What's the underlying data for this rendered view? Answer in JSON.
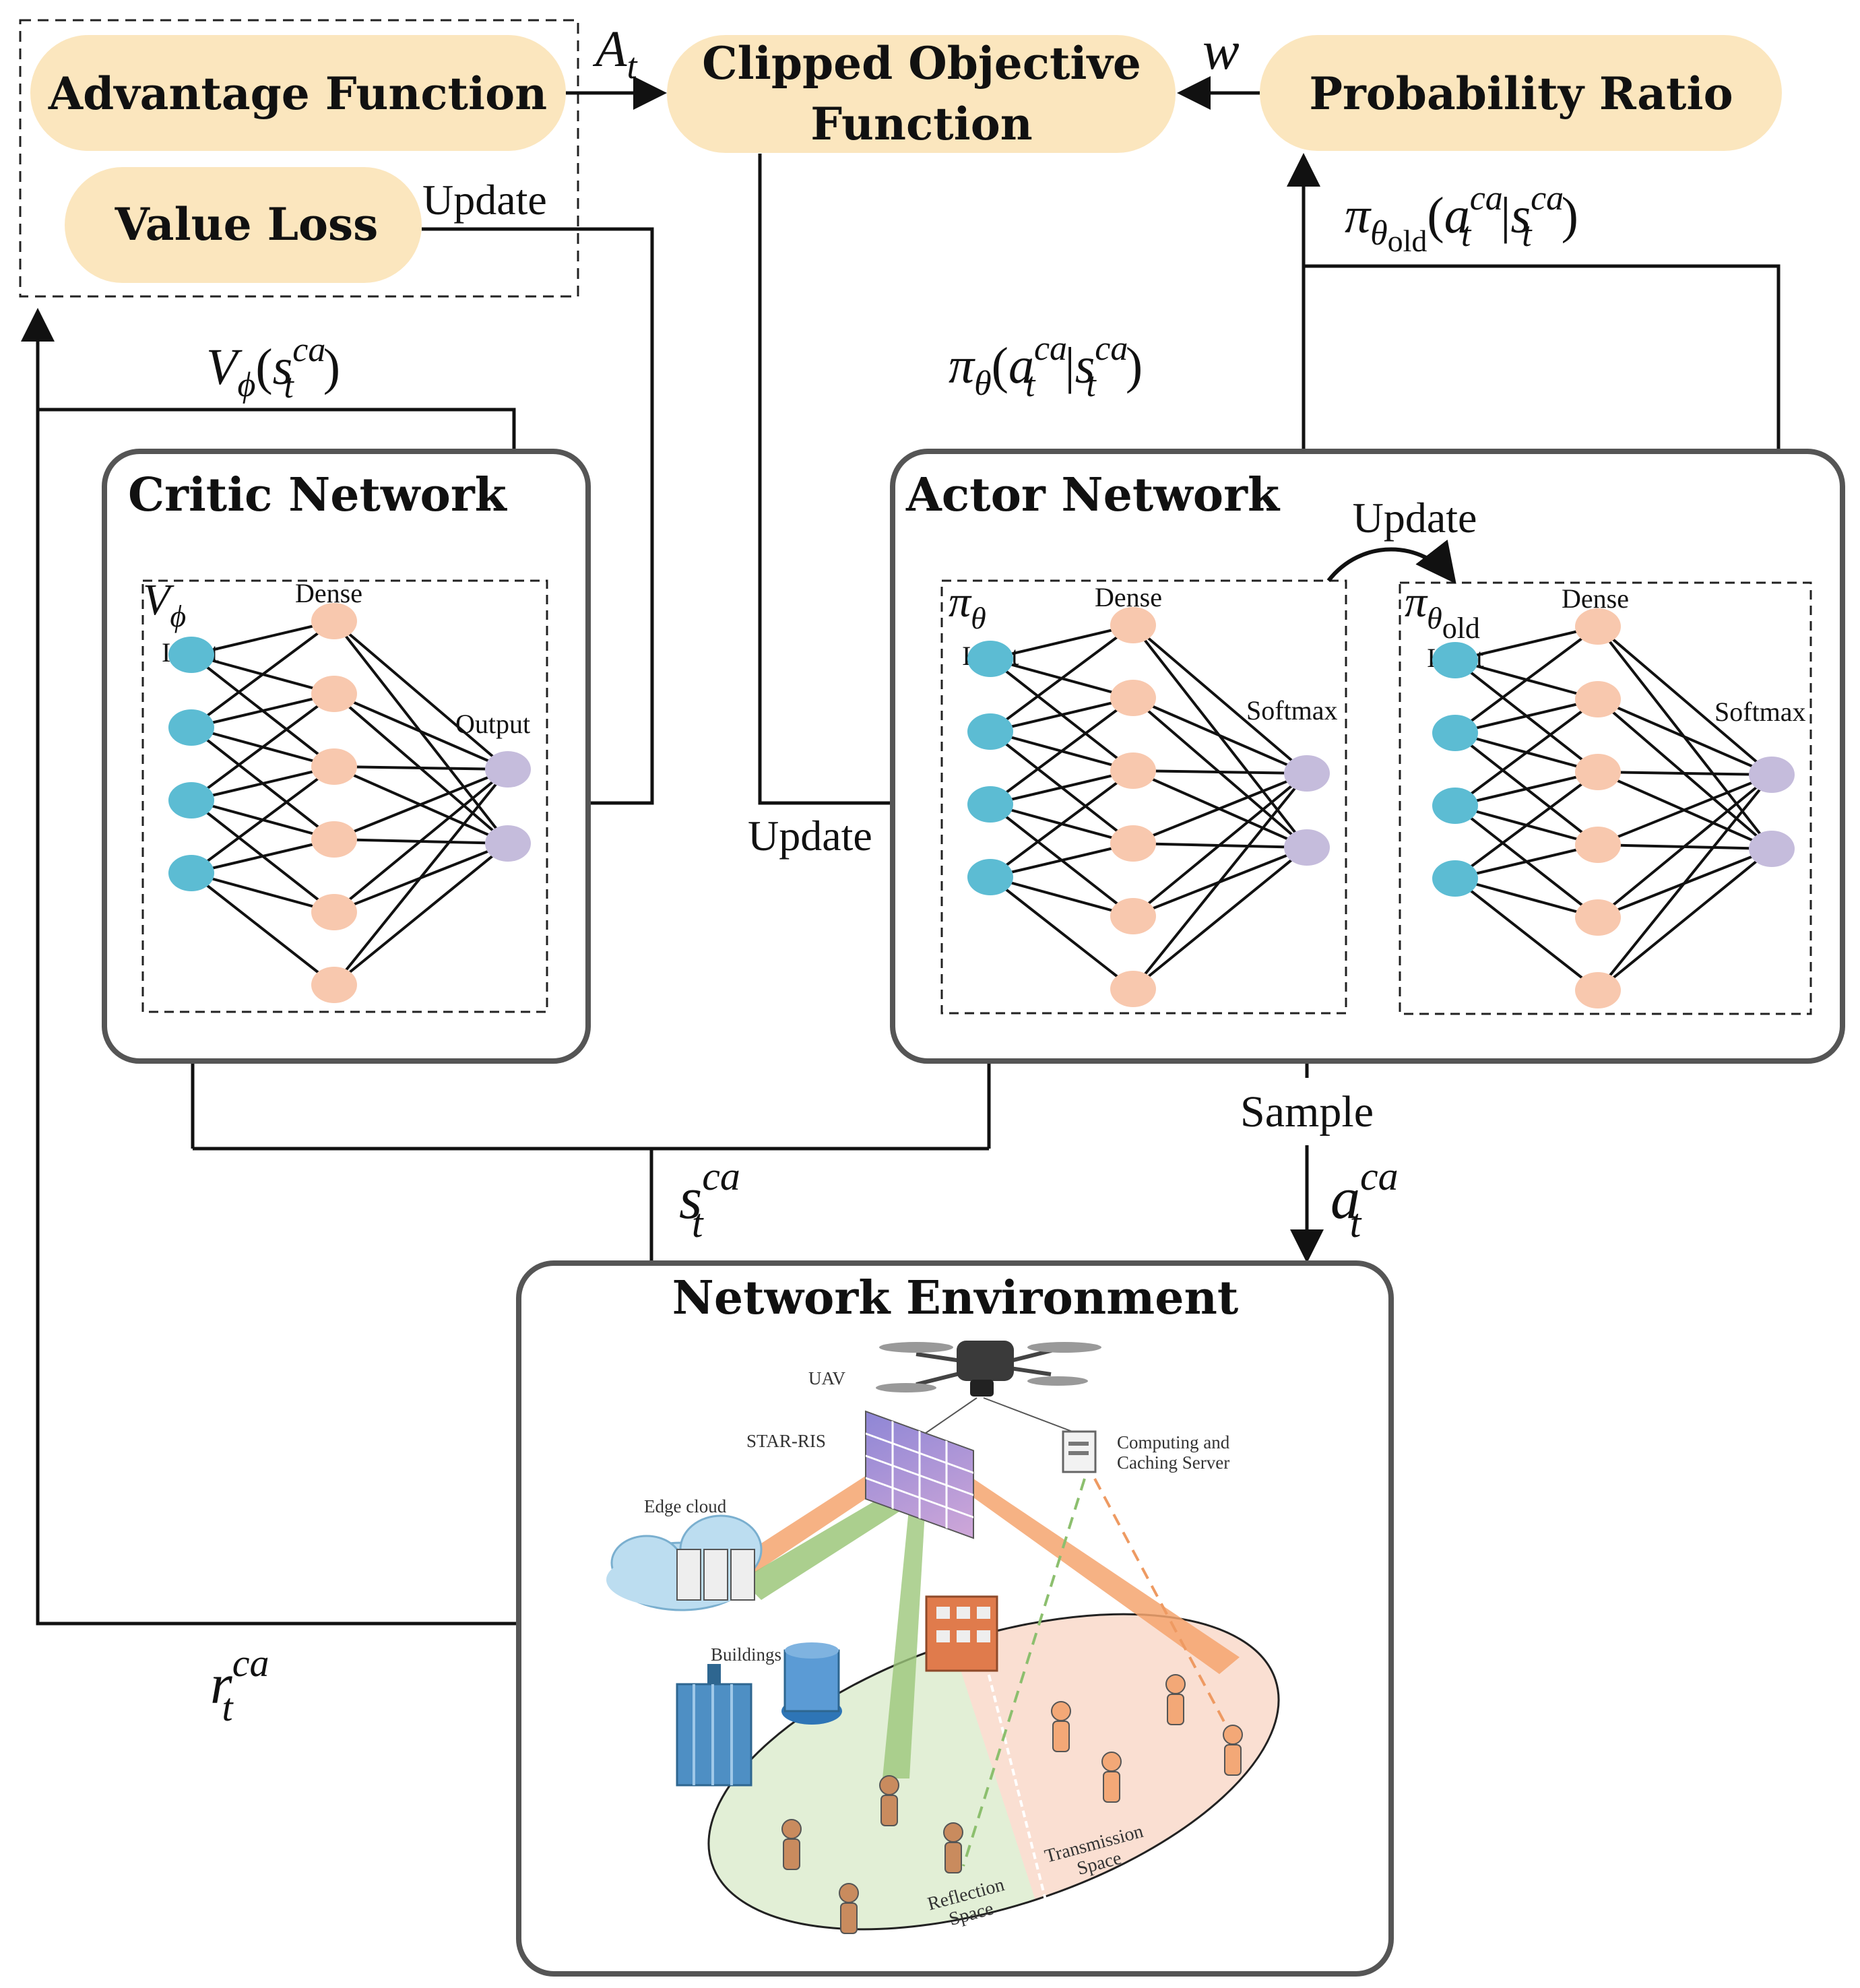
{
  "colors": {
    "pill_fill": "#FBE6BE",
    "input_node": "#5CBCD3",
    "dense_node": "#F8C8AE",
    "output_node": "#C5BCDC",
    "line": "#111111",
    "box_border": "#555555"
  },
  "top": {
    "advantage_function": "Advantage Function",
    "value_loss": "Value Loss",
    "clipped_objective_line1": "Clipped Objective",
    "clipped_objective_line2": "Function",
    "probability_ratio": "Probability Ratio"
  },
  "labels": {
    "update_value_loss": "Update",
    "update_actor": "Update",
    "update_old_policy": "Update",
    "sample": "Sample"
  },
  "math": {
    "A_t": {
      "base": "A",
      "sub": "t"
    },
    "w": "w",
    "V_phi_s": {
      "fn": "V",
      "fn_sub": "ϕ",
      "open": "(",
      "arg": "s",
      "arg_sup": "ca",
      "arg_sub": "t",
      "close": ")"
    },
    "pi_theta": {
      "fn": "π",
      "fn_sub": "θ",
      "open": "(",
      "a": "a",
      "a_sup": "ca",
      "a_sub": "t",
      "bar": "|",
      "s": "s",
      "s_sup": "ca",
      "s_sub": "t",
      "close": ")"
    },
    "pi_theta_old": {
      "fn": "π",
      "fn_sub": "θ",
      "fn_subsub": "old",
      "open": "(",
      "a": "a",
      "a_sup": "ca",
      "a_sub": "t",
      "bar": "|",
      "s": "s",
      "s_sup": "ca",
      "s_sub": "t",
      "close": ")"
    },
    "s_t": {
      "base": "s",
      "sup": "ca",
      "sub": "t"
    },
    "a_t": {
      "base": "a",
      "sup": "ca",
      "sub": "t"
    },
    "r_t": {
      "base": "r",
      "sup": "ca",
      "sub": "t"
    }
  },
  "critic": {
    "title": "Critic Network",
    "net_label": {
      "base": "V",
      "sub": "ϕ"
    },
    "input_label": "Input",
    "dense_label": "Dense",
    "output_label": "Output"
  },
  "actor": {
    "title": "Actor Network",
    "net1_label": {
      "base": "π",
      "sub": "θ"
    },
    "net2_label": {
      "base": "π",
      "sub": "θ",
      "subsub": "old"
    },
    "input_label": "Input",
    "dense_label": "Dense",
    "softmax_label": "Softmax"
  },
  "environment": {
    "title": "Network Environment",
    "uav": "UAV",
    "star_ris": "STAR-RIS",
    "edge_cloud": "Edge cloud",
    "server_line1": "Computing and",
    "server_line2": "Caching Server",
    "buildings": "Buildings",
    "reflection_line1": "Reflection",
    "reflection_line2": "Space",
    "transmission_line1": "Transmission",
    "transmission_line2": "Space"
  }
}
